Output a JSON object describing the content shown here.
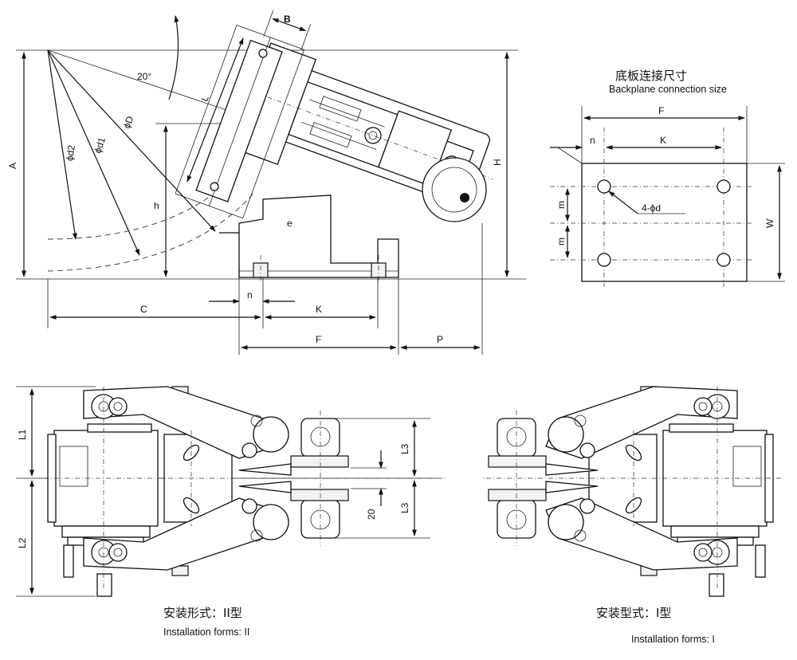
{
  "side_view": {
    "labels": {
      "A": "A",
      "B": "B",
      "C": "C",
      "D": "ϕD",
      "d1": "ϕd1",
      "d2": "ϕd2",
      "angle": "20°",
      "L": "L",
      "h": "h",
      "e": "e",
      "n": "n",
      "K": "K",
      "F": "F",
      "P": "P",
      "H": "H"
    }
  },
  "backplane": {
    "title_cn": "底板连接尺寸",
    "title_en": "Backplane connection size",
    "labels": {
      "F": "F",
      "n": "n",
      "K": "K",
      "m1": "m",
      "m2": "m",
      "W": "W",
      "holes": "4-ϕd"
    }
  },
  "front_view_ii": {
    "labels": {
      "L1": "L1",
      "L2": "L2",
      "L3a": "L3",
      "L3b": "L3",
      "gap": "20"
    },
    "caption_cn": "安装形式：II型",
    "caption_en": "Installation forms: II"
  },
  "front_view_i": {
    "caption_cn": "安装型式：I型",
    "caption_en": "Installation forms:  I"
  }
}
